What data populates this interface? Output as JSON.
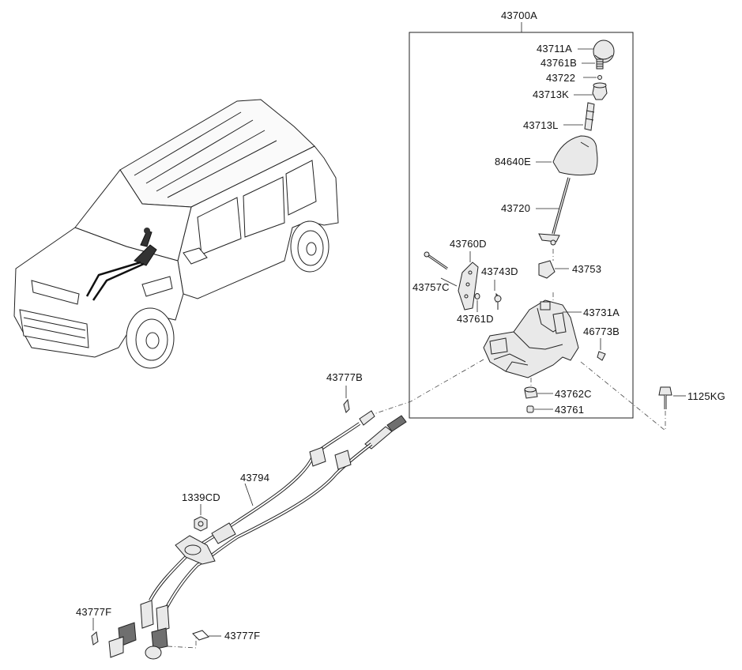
{
  "diagram": {
    "assembly_label": "43700A",
    "part_labels": [
      {
        "id": "43711A",
        "text": "43711A"
      },
      {
        "id": "43761B",
        "text": "43761B"
      },
      {
        "id": "43722",
        "text": "43722"
      },
      {
        "id": "43713K",
        "text": "43713K"
      },
      {
        "id": "43713L",
        "text": "43713L"
      },
      {
        "id": "84640E",
        "text": "84640E"
      },
      {
        "id": "43720",
        "text": "43720"
      },
      {
        "id": "43760D",
        "text": "43760D"
      },
      {
        "id": "43743D",
        "text": "43743D"
      },
      {
        "id": "43757C",
        "text": "43757C"
      },
      {
        "id": "43753",
        "text": "43753"
      },
      {
        "id": "43761D",
        "text": "43761D"
      },
      {
        "id": "43731A",
        "text": "43731A"
      },
      {
        "id": "46773B",
        "text": "46773B"
      },
      {
        "id": "43762C",
        "text": "43762C"
      },
      {
        "id": "43761",
        "text": "43761"
      },
      {
        "id": "1125KG",
        "text": "1125KG"
      },
      {
        "id": "43777B",
        "text": "43777B"
      },
      {
        "id": "43794",
        "text": "43794"
      },
      {
        "id": "1339CD",
        "text": "1339CD"
      },
      {
        "id": "43777F_left",
        "text": "43777F"
      },
      {
        "id": "43777F_right",
        "text": "43777F"
      }
    ]
  }
}
